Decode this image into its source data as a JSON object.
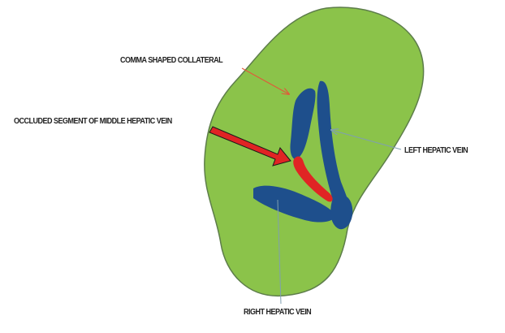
{
  "colors": {
    "liver": "#8bc34a",
    "liver_outline": "#5d7d4a",
    "veins": "#1e4f8c",
    "occluded_segment": "#e02424",
    "pointer_line": "#e05a3a",
    "label_line": "#7f9fb1"
  },
  "labels": {
    "comma_collateral": "COMMA SHAPED COLLATERAL",
    "occluded_segment": "OCCLUDED SEGMENT OF MIDDLE HEPATIC VEIN",
    "left_hepatic_vein": "LEFT HEPATIC VEIN",
    "right_hepatic_vein": "RIGHT HEPATIC VEIN"
  }
}
